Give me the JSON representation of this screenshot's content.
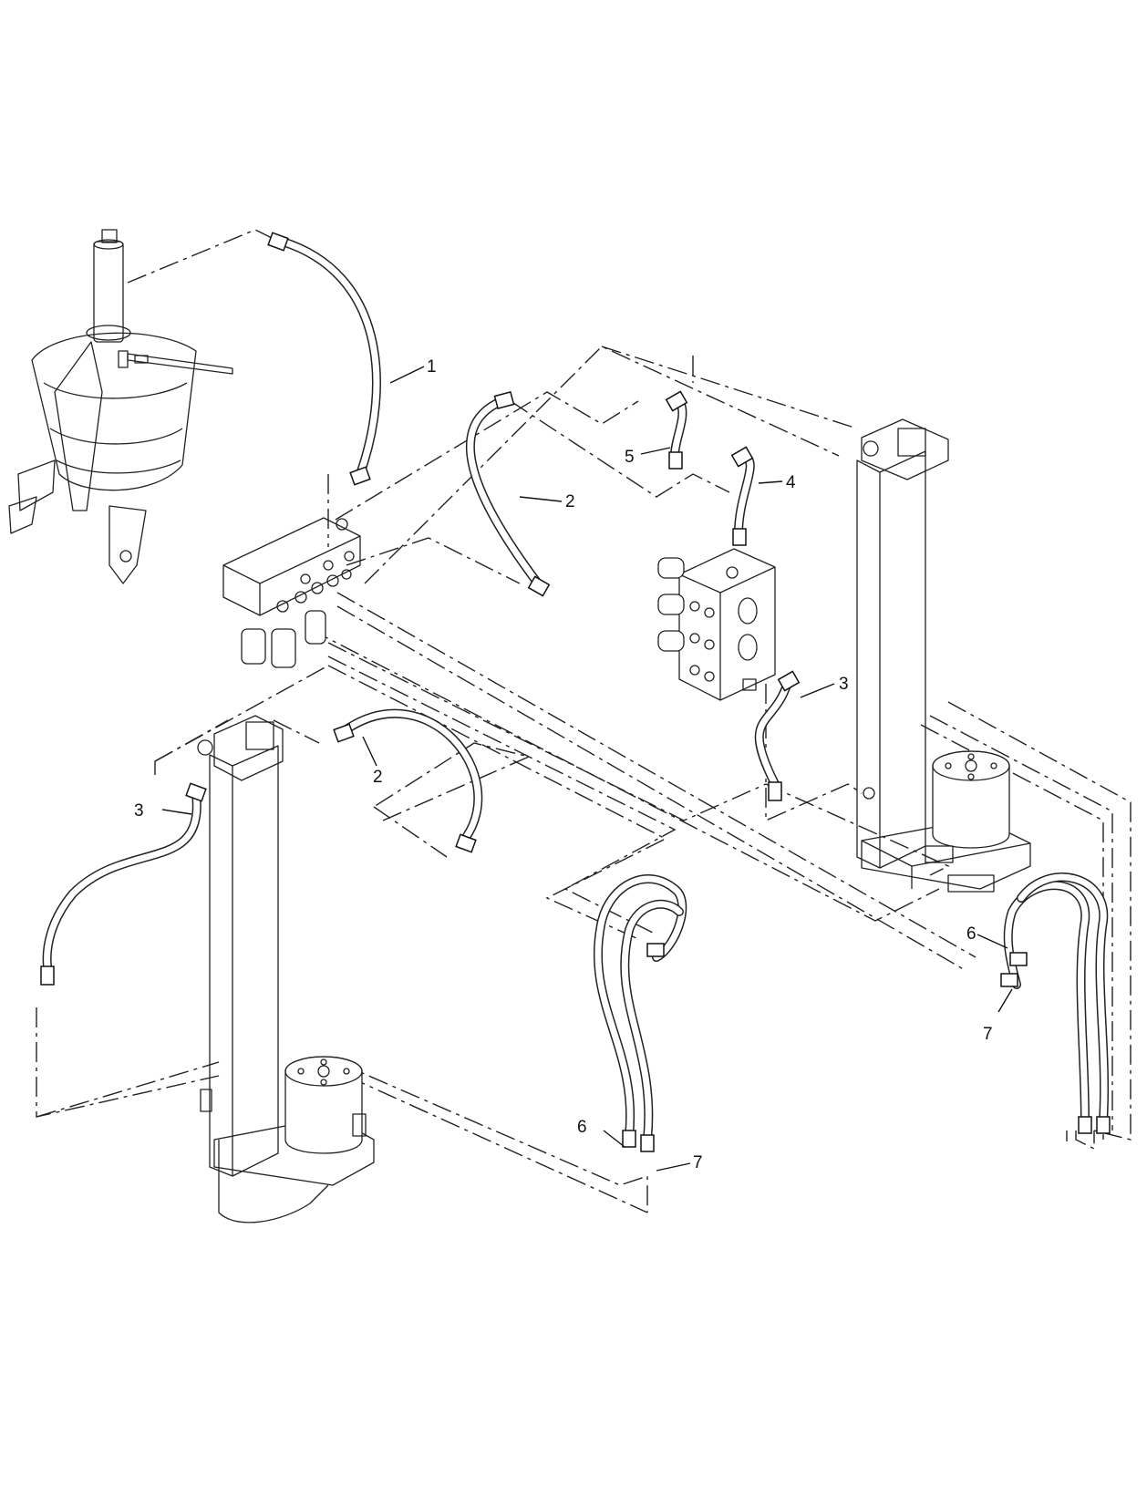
{
  "callouts": [
    {
      "id": "1"
    },
    {
      "id": "2"
    },
    {
      "id": "2"
    },
    {
      "id": "3"
    },
    {
      "id": "3"
    },
    {
      "id": "4"
    },
    {
      "id": "5"
    },
    {
      "id": "6"
    },
    {
      "id": "6"
    },
    {
      "id": "7"
    },
    {
      "id": "7"
    }
  ]
}
